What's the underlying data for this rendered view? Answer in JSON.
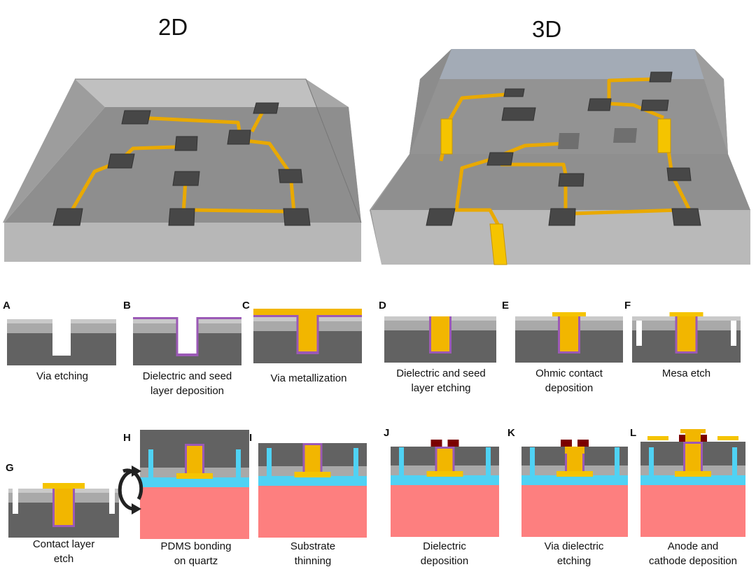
{
  "headers": {
    "left": "2D",
    "right": "3D"
  },
  "colors": {
    "substrate": "#626262",
    "layer_light": "#a9a9a9",
    "layer_pale": "#c9c9c9",
    "dielectric": "#9b59b6",
    "metal": "#f2b600",
    "contact": "#f5c400",
    "pdms": "#4fd2f4",
    "quartz": "#fd7f7f",
    "electrode": "#7b0000",
    "pad": "#474747",
    "board": "#8f8f8f"
  },
  "steps": [
    {
      "letter": "A",
      "caption": "Via etching"
    },
    {
      "letter": "B",
      "caption": "Dielectric and seed\nlayer deposition"
    },
    {
      "letter": "C",
      "caption": "Via metallization"
    },
    {
      "letter": "D",
      "caption": "Dielectric and seed\nlayer etching"
    },
    {
      "letter": "E",
      "caption": "Ohmic contact\ndeposition"
    },
    {
      "letter": "F",
      "caption": "Mesa etch"
    },
    {
      "letter": "G",
      "caption": "Contact layer\netch"
    },
    {
      "letter": "H",
      "caption": "PDMS bonding\non quartz"
    },
    {
      "letter": "I",
      "caption": "Substrate\nthinning"
    },
    {
      "letter": "J",
      "caption": "Dielectric\ndeposition"
    },
    {
      "letter": "K",
      "caption": "Via dielectric\netching"
    },
    {
      "letter": "L",
      "caption": "Anode and\ncathode deposition"
    }
  ]
}
